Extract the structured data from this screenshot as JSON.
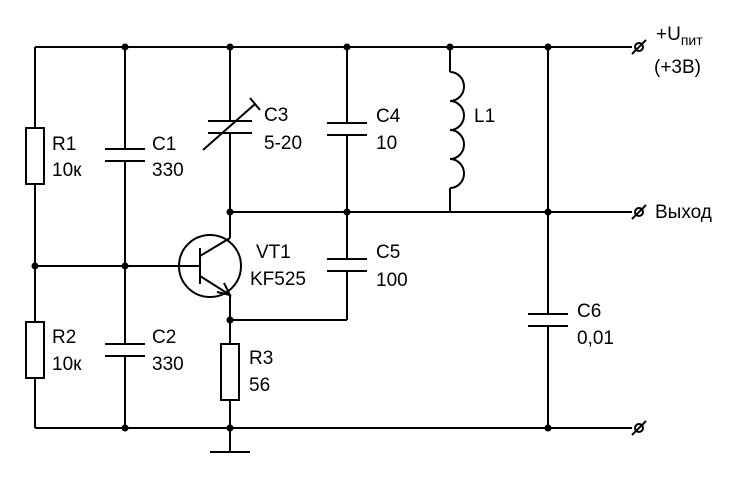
{
  "components": {
    "R1": {
      "ref": "R1",
      "value": "10к"
    },
    "R2": {
      "ref": "R2",
      "value": "10к"
    },
    "R3": {
      "ref": "R3",
      "value": "56"
    },
    "C1": {
      "ref": "C1",
      "value": "330"
    },
    "C2": {
      "ref": "C2",
      "value": "330"
    },
    "C3": {
      "ref": "C3",
      "value": "5-20"
    },
    "C4": {
      "ref": "C4",
      "value": "10"
    },
    "C5": {
      "ref": "C5",
      "value": "100"
    },
    "C6": {
      "ref": "C6",
      "value": "0,01"
    },
    "L1": {
      "ref": "L1"
    },
    "VT1": {
      "ref": "VT1",
      "value": "KF525"
    }
  },
  "terminals": {
    "supply": {
      "label_main": "+U",
      "label_sub": "пит",
      "note": "(+3В)"
    },
    "output": {
      "label": "Выход"
    }
  }
}
